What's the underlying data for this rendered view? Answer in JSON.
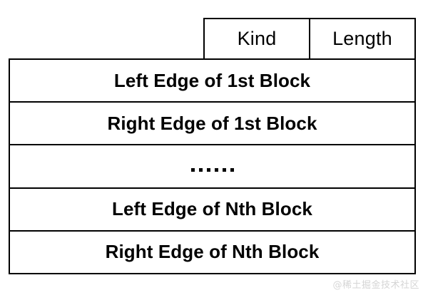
{
  "diagram": {
    "type": "packet-structure-table",
    "header": {
      "cells": [
        {
          "label": "Kind"
        },
        {
          "label": "Length"
        }
      ]
    },
    "rows": [
      {
        "label": "Left Edge of 1st Block",
        "kind": "text"
      },
      {
        "label": "Right Edge of 1st Block",
        "kind": "text"
      },
      {
        "label": "......",
        "kind": "ellipsis",
        "dot_count": 6
      },
      {
        "label": "Left Edge of Nth Block",
        "kind": "text"
      },
      {
        "label": "Right Edge of Nth Block",
        "kind": "text"
      }
    ],
    "colors": {
      "background": "#ffffff",
      "border": "#000000",
      "text": "#000000",
      "watermark": "#d5d5d5"
    }
  },
  "watermark": {
    "text": "@稀土掘金技术社区"
  }
}
